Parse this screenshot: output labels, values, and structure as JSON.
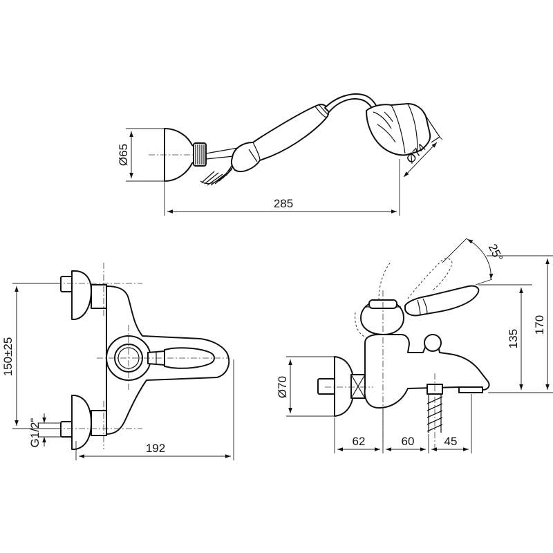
{
  "dimensions": {
    "hand_shower_length": "285",
    "wall_cup_diameter": "Ø65",
    "shower_head_diameter": "Ø74",
    "inlet_centers": "150±25",
    "inlet_thread": "G1/2\"",
    "front_width": "192",
    "flange_diameter": "Ø70",
    "depth_body": "62",
    "depth_mid": "60",
    "depth_spout": "45",
    "lever_height": "135",
    "total_height": "170",
    "lever_angle": "25°"
  }
}
